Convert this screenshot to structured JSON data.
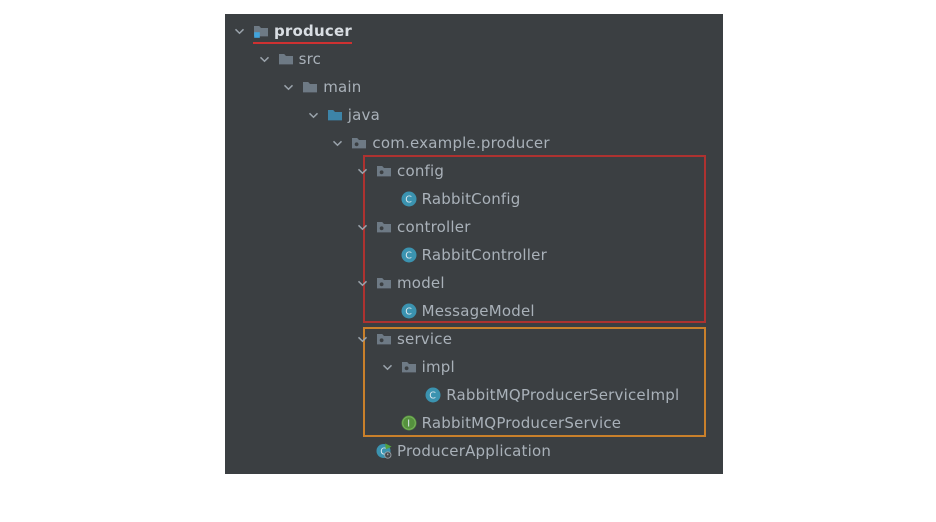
{
  "colors": {
    "panel_bg": "#3b3f42",
    "text": "#a9b1b9",
    "text_selected": "#d9dee3",
    "red_box": "#ad3230",
    "orange_box": "#c9802b",
    "red_underline": "#ce3131",
    "folder_gray": "#6e7a85",
    "folder_java_blue": "#3d84a8",
    "project_badge_blue": "#41a4dc",
    "class_icon_teal": "#3b93b0",
    "interface_icon_green": "#55913e",
    "run_arrow_green": "#54a33e",
    "chevron": "#9aa3ab"
  },
  "icons": {
    "class_letter": "C",
    "interface_letter": "I"
  },
  "tree": {
    "rows": [
      {
        "label": "producer",
        "level": 0,
        "icon": "project-folder",
        "chevron": true,
        "bold": true,
        "underline": true
      },
      {
        "label": "src",
        "level": 1,
        "icon": "folder",
        "chevron": true
      },
      {
        "label": "main",
        "level": 2,
        "icon": "folder",
        "chevron": true
      },
      {
        "label": "java",
        "level": 3,
        "icon": "source-folder",
        "chevron": true
      },
      {
        "label": "com.example.producer",
        "level": 4,
        "icon": "package-folder",
        "chevron": true
      },
      {
        "label": "config",
        "level": 5,
        "icon": "package-folder",
        "chevron": true
      },
      {
        "label": "RabbitConfig",
        "level": 6,
        "icon": "java-class",
        "chevron": false
      },
      {
        "label": "controller",
        "level": 5,
        "icon": "package-folder",
        "chevron": true
      },
      {
        "label": "RabbitController",
        "level": 6,
        "icon": "java-class",
        "chevron": false
      },
      {
        "label": "model",
        "level": 5,
        "icon": "package-folder",
        "chevron": true
      },
      {
        "label": "MessageModel",
        "level": 6,
        "icon": "java-class",
        "chevron": false
      },
      {
        "label": "service",
        "level": 5,
        "icon": "package-folder",
        "chevron": true
      },
      {
        "label": "impl",
        "level": 6,
        "icon": "package-folder",
        "chevron": true
      },
      {
        "label": "RabbitMQProducerServiceImpl",
        "level": 7,
        "icon": "java-class",
        "chevron": false
      },
      {
        "label": "RabbitMQProducerService",
        "level": 6,
        "icon": "java-interface",
        "chevron": false
      },
      {
        "label": "ProducerApplication",
        "level": 5,
        "icon": "runnable-class",
        "chevron": false
      }
    ]
  },
  "annotations": {
    "red_group_rows": [
      "config",
      "controller",
      "model"
    ],
    "orange_group_rows": [
      "service"
    ]
  }
}
